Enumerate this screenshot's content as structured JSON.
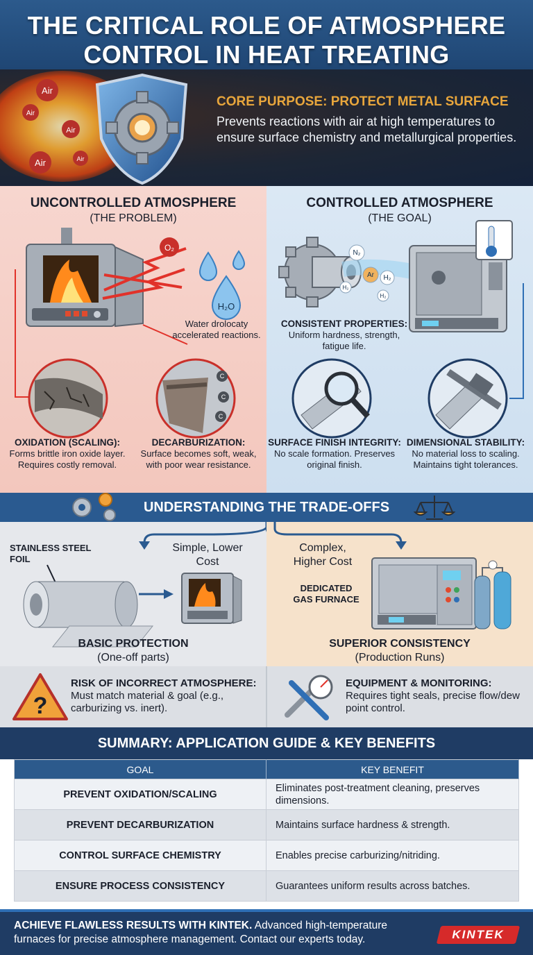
{
  "title": "THE CRITICAL ROLE OF ATMOSPHERE CONTROL IN HEAT TREATING",
  "core": {
    "title": "CORE PURPOSE: PROTECT METAL SURFACE",
    "text": "Prevents reactions with air at high temperatures to ensure surface chemistry and metallurgical properties.",
    "bubbles": [
      "Air",
      "Air",
      "Air",
      "Air",
      "Air"
    ]
  },
  "uncontrolled": {
    "title": "UNCONTROLLED ATMOSPHERE",
    "subtitle": "(THE PROBLEM)",
    "water_label": "H₂O",
    "o2_label": "O₂",
    "water_note": "Water drolocaty accelerated reactions.",
    "oxidation": {
      "title": "OXIDATION (SCALING):",
      "text": "Forms brittle iron oxide layer. Requires costly removal."
    },
    "decarb": {
      "title": "DECARBURIZATION:",
      "text": "Surface becomes soft, weak, with poor wear resistance.",
      "dots": [
        "C",
        "C",
        "C"
      ]
    }
  },
  "controlled": {
    "title": "CONTROLLED ATMOSPHERE",
    "subtitle": "(THE GOAL)",
    "gases": [
      "N₂",
      "Ar",
      "H₂",
      "H₂",
      "H₂"
    ],
    "consistent": {
      "title": "CONSISTENT PROPERTIES:",
      "text": "Uniform hardness, strength, fatigue life."
    },
    "surface": {
      "title": "SURFACE FINISH INTEGRITY:",
      "text": "No scale formation. Preserves original finish."
    },
    "dimensional": {
      "title": "DIMENSIONAL STABILITY:",
      "text": "No material loss to scaling. Maintains tight tolerances."
    }
  },
  "tradeoffs": {
    "title": "UNDERSTANDING THE TRADE-OFFS",
    "left": {
      "foil_label": "STAINLESS STEEL FOIL",
      "cost": "Simple, Lower Cost",
      "title": "BASIC PROTECTION",
      "sub": "(One-off parts)"
    },
    "right": {
      "cost": "Complex, Higher Cost",
      "furnace_label": "DEDICATED GAS FURNACE",
      "title": "SUPERIOR CONSISTENCY",
      "sub": "(Production Runs)"
    }
  },
  "risk": {
    "left": {
      "title": "RISK OF INCORRECT ATMOSPHERE:",
      "text": "Must match material & goal (e.g., carburizing vs. inert).",
      "glyph": "?"
    },
    "right": {
      "title": "EQUIPMENT & MONITORING:",
      "text": "Requires tight seals, precise flow/dew point control."
    }
  },
  "summary": {
    "title": "SUMMARY: APPLICATION GUIDE & KEY BENEFITS",
    "columns": [
      "GOAL",
      "KEY BENEFIT"
    ],
    "rows": [
      {
        "goal": "PREVENT OXIDATION/SCALING",
        "benefit": "Eliminates post-treatment cleaning, preserves dimensions."
      },
      {
        "goal": "PREVENT DECARBURIZATION",
        "benefit": "Maintains surface hardness & strength."
      },
      {
        "goal": "CONTROL SURFACE CHEMISTRY",
        "benefit": "Enables precise carburizing/nitriding."
      },
      {
        "goal": "ENSURE PROCESS CONSISTENCY",
        "benefit": "Guarantees uniform results across batches."
      }
    ]
  },
  "footer": {
    "bold": "ACHIEVE FLAWLESS RESULTS WITH KINTEK.",
    "text": " Advanced high-temperature furnaces for precise atmosphere management. Contact our experts today.",
    "logo": "KINTEK"
  },
  "colors": {
    "header_blue": "#2c5a8c",
    "accent_orange": "#e8a63c",
    "problem_bg": "#f7d6cf",
    "goal_bg": "#dbe8f4",
    "brand_red": "#d62a2a"
  }
}
